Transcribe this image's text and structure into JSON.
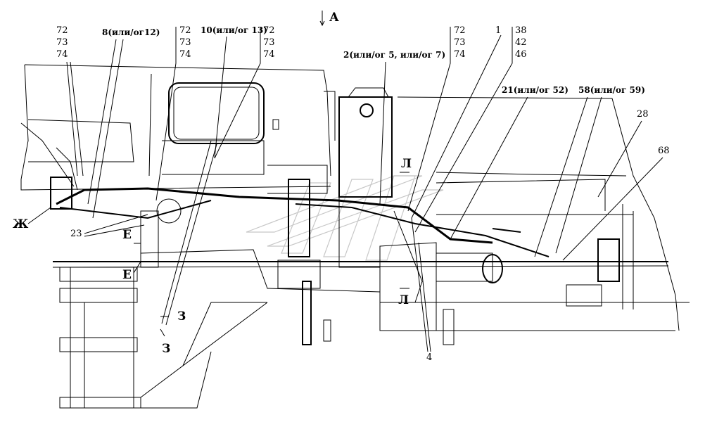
{
  "view_label": "А",
  "callouts": {
    "g1": [
      "72",
      "73",
      "74"
    ],
    "g2": [
      "72",
      "73",
      "74"
    ],
    "g3": [
      "72",
      "73",
      "74"
    ],
    "g4": [
      "72",
      "73",
      "74"
    ],
    "g5": [
      "38",
      "42",
      "46"
    ],
    "c8": "8(или/ог12)",
    "c10": "10(или/ог 13)",
    "c2": "2(или/ог 5, или/ог 7)",
    "c1": "1",
    "c21": "21(или/ог 52)",
    "c58": "58(или/ог 59)",
    "c28": "28",
    "c68": "68",
    "c23": "23",
    "c4": "4"
  },
  "section_marks": {
    "zh": "Ж",
    "e": "Е",
    "z": "З",
    "l": "Л"
  }
}
